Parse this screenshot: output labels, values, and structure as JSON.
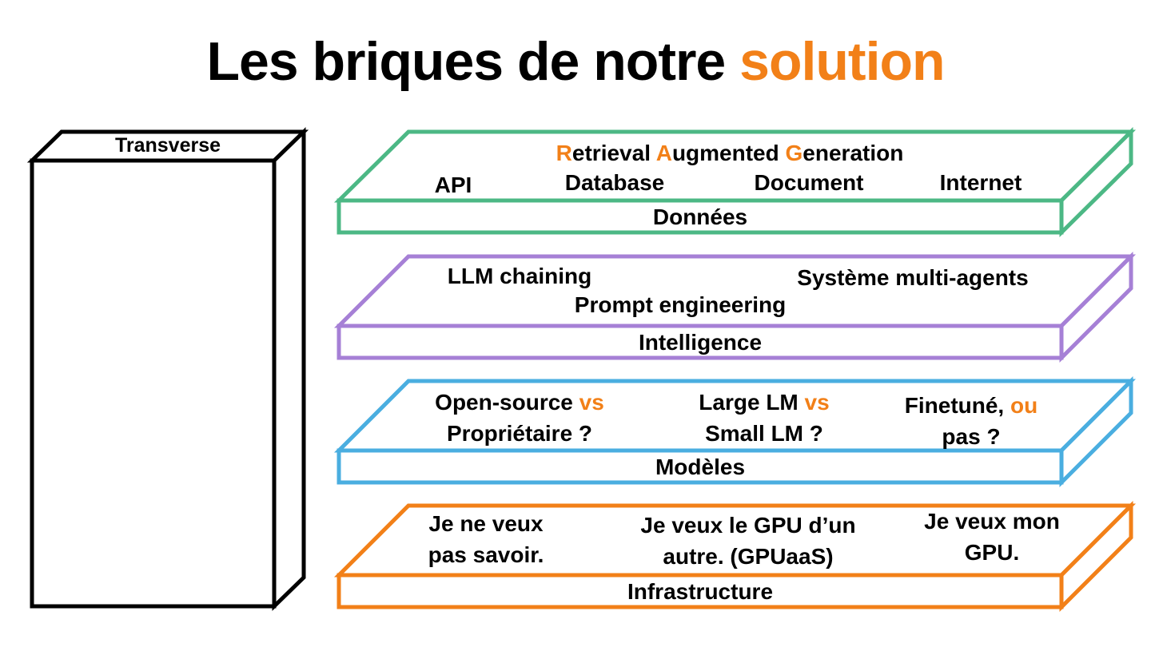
{
  "title": {
    "main": "Les briques de notre ",
    "accent": "solution"
  },
  "colors": {
    "accent": "#f28018",
    "donnees": "#4cb885",
    "intelligence": "#a680d6",
    "modeles": "#4aaee0",
    "infrastructure": "#f28018",
    "transverse": "#000000"
  },
  "transverse": {
    "label": "Transverse"
  },
  "layers": {
    "donnees": {
      "label": "Données",
      "rag": {
        "r": "R",
        "r_rest": "etrieval ",
        "a": "A",
        "a_rest": "ugmented ",
        "g": "G",
        "g_rest": "eneration"
      },
      "items": [
        "API",
        "Database",
        "Document",
        "Internet"
      ]
    },
    "intelligence": {
      "label": "Intelligence",
      "items": [
        "LLM chaining",
        "Système multi-agents",
        "Prompt engineering"
      ]
    },
    "modeles": {
      "label": "Modèles",
      "open_source": {
        "line1": "Open-source ",
        "vs": "vs",
        "line2": "Propriétaire ?"
      },
      "large_lm": {
        "line1": "Large LM ",
        "vs": "vs",
        "line2": "Small LM ?"
      },
      "finetune": {
        "line1": "Finetuné, ",
        "ou": "ou",
        "line2": "pas ?"
      }
    },
    "infrastructure": {
      "label": "Infrastructure",
      "options": [
        {
          "line1": "Je ne veux",
          "line2": "pas savoir."
        },
        {
          "line1": "Je veux le GPU d’un",
          "line2": "autre. (GPUaaS)"
        },
        {
          "line1": "Je veux mon",
          "line2": "GPU."
        }
      ]
    }
  }
}
